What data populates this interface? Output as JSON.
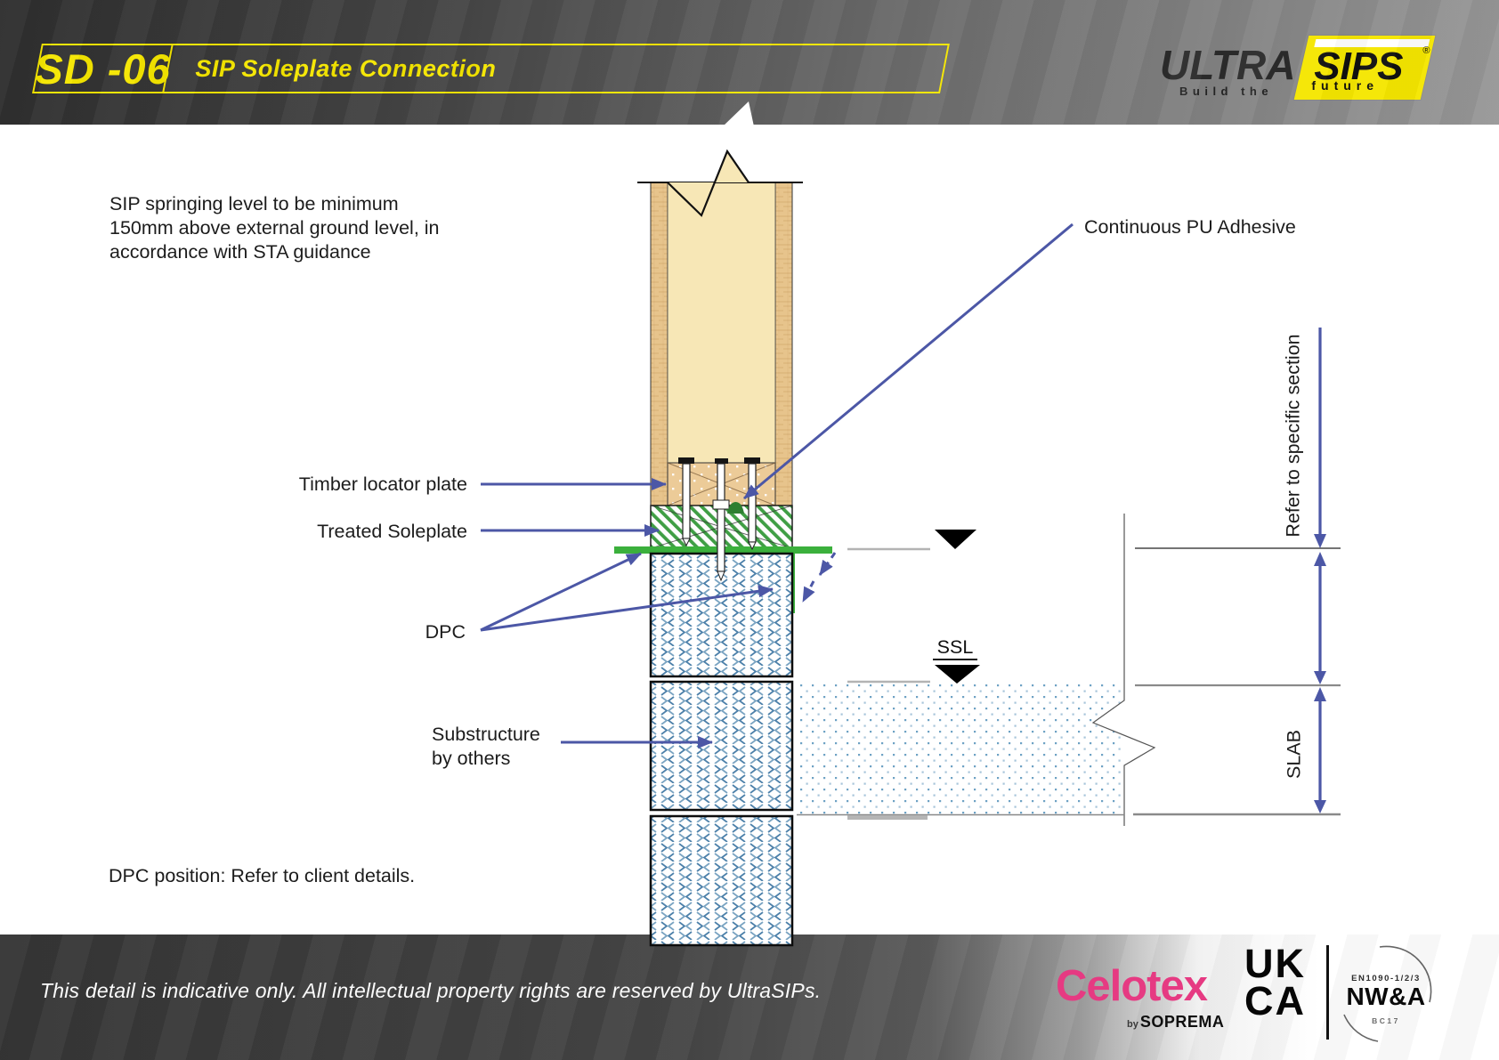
{
  "header": {
    "code": "SD -06",
    "title": "SIP Soleplate Connection",
    "brand": {
      "ultra": "ULTRA",
      "sips": "SIPS",
      "reg": "®",
      "tagline_left": "Build the",
      "tagline_right": "future"
    }
  },
  "annotations": {
    "springing_note_lines": [
      "SIP springing level to be minimum",
      "150mm above external ground level, in",
      "accordance with STA guidance"
    ],
    "pu_adhesive": "Continuous PU Adhesive",
    "timber_locator_plate": "Timber locator plate",
    "treated_soleplate": "Treated Soleplate",
    "dpc": "DPC",
    "substructure_lines": [
      "Substructure",
      "by others"
    ],
    "dpc_position_note": "DPC position: Refer to client details."
  },
  "levels": {
    "ssl": "SSL"
  },
  "dimensions": {
    "upper": "Refer to specific section",
    "slab": "SLAB"
  },
  "footer": {
    "disclaimer": "This detail is indicative only. All intellectual property rights are reserved by UltraSIPs.",
    "celotex": "Celotex",
    "by": "by",
    "soprema": "SOPREMA",
    "ukca_lines": [
      "UK",
      "CA"
    ],
    "cert": {
      "standard": "EN1090-1/2/3",
      "body": "NW&A",
      "code": "BC17"
    }
  },
  "colors": {
    "accent_yellow": "#f5e600",
    "arrow_blue": "#4c57a6",
    "dpc_green": "#3bb03c",
    "hatch_green": "#3f9e44",
    "osb_tan": "#e7c48c",
    "core_cream": "#f7e7b6",
    "locator_tan": "#eccb98",
    "block_blue": "#4d81aa",
    "slab_dot_blue": "#6ea2c4",
    "celotex_pink": "#e63a82",
    "header_dark": "#353535"
  }
}
